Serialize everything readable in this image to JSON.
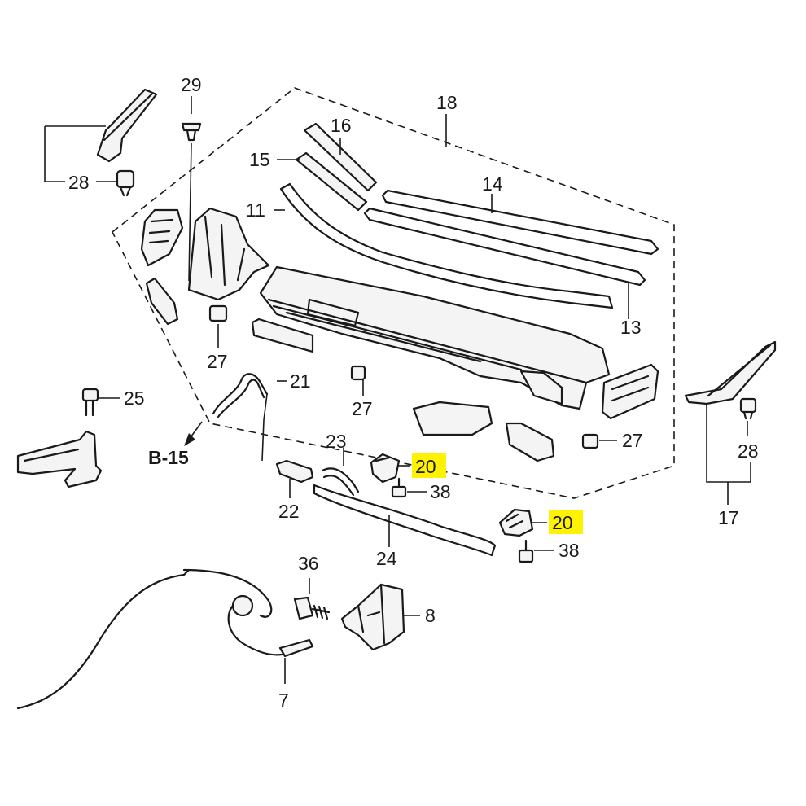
{
  "callouts": {
    "c29": "29",
    "c28_left": "28",
    "c16": "16",
    "c18": "18",
    "c15": "15",
    "c14": "14",
    "c11": "11",
    "c13": "13",
    "c27_a": "27",
    "c27_b": "27",
    "c27_c": "27",
    "c25": "25",
    "c21": "21",
    "c28_right": "28",
    "c17": "17",
    "b15": "B-15",
    "c23": "23",
    "c20_a": "20",
    "c20_b": "20",
    "c38_a": "38",
    "c38_b": "38",
    "c22": "22",
    "c24": "24",
    "c36": "36",
    "c8": "8",
    "c7": "7"
  },
  "highlight_color": "#fff200"
}
